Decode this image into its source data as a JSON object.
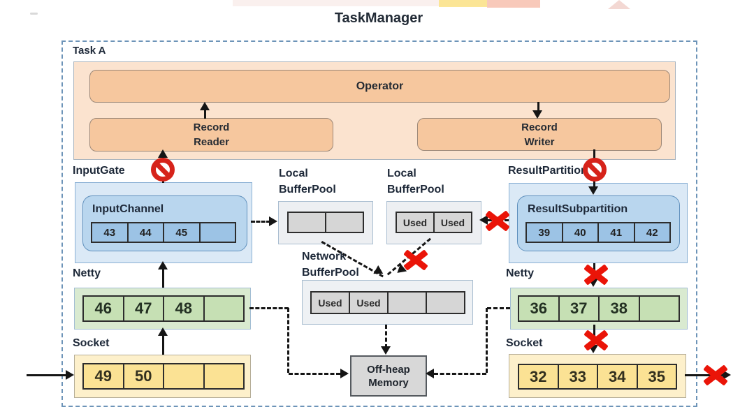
{
  "title": "TaskManager",
  "task": {
    "label": "Task A"
  },
  "operator": {
    "label": "Operator"
  },
  "record_reader": {
    "line1": "Record",
    "line2": "Reader"
  },
  "record_writer": {
    "line1": "Record",
    "line2": "Writer"
  },
  "input_gate": {
    "label": "InputGate",
    "channel": {
      "label": "InputChannel",
      "cells": [
        "43",
        "44",
        "45",
        ""
      ]
    }
  },
  "result_partition": {
    "label": "ResultPartition",
    "subpartition": {
      "label": "ResultSubpartition",
      "cells": [
        "39",
        "40",
        "41",
        "42"
      ]
    }
  },
  "local_pool_left": {
    "line1": "Local",
    "line2": "BufferPool",
    "cells": [
      "",
      ""
    ]
  },
  "local_pool_right": {
    "line1": "Local",
    "line2": "BufferPool",
    "cells": [
      "Used",
      "Used"
    ]
  },
  "network_pool": {
    "line1": "Network",
    "line2": "BufferPool",
    "cells": [
      "Used",
      "Used",
      "",
      ""
    ]
  },
  "netty_left": {
    "label": "Netty",
    "cells": [
      "46",
      "47",
      "48",
      ""
    ]
  },
  "netty_right": {
    "label": "Netty",
    "cells": [
      "36",
      "37",
      "38",
      ""
    ]
  },
  "socket_left": {
    "label": "Socket",
    "cells": [
      "49",
      "50",
      "",
      ""
    ]
  },
  "socket_right": {
    "label": "Socket",
    "cells": [
      "32",
      "33",
      "34",
      "35"
    ]
  },
  "off_heap": {
    "line1": "Off-heap",
    "line2": "Memory"
  },
  "colors": {
    "blocked_red": "#d6231a",
    "cross_red": "#ea1408",
    "dashed_border_blue": "#6d94b8",
    "cell_blue": "#9cc3e5",
    "cell_green": "#c6e0b4",
    "cell_yellow": "#fbe294",
    "cell_gray": "#d6d6d6",
    "operator_orange": "#f6c79e"
  }
}
